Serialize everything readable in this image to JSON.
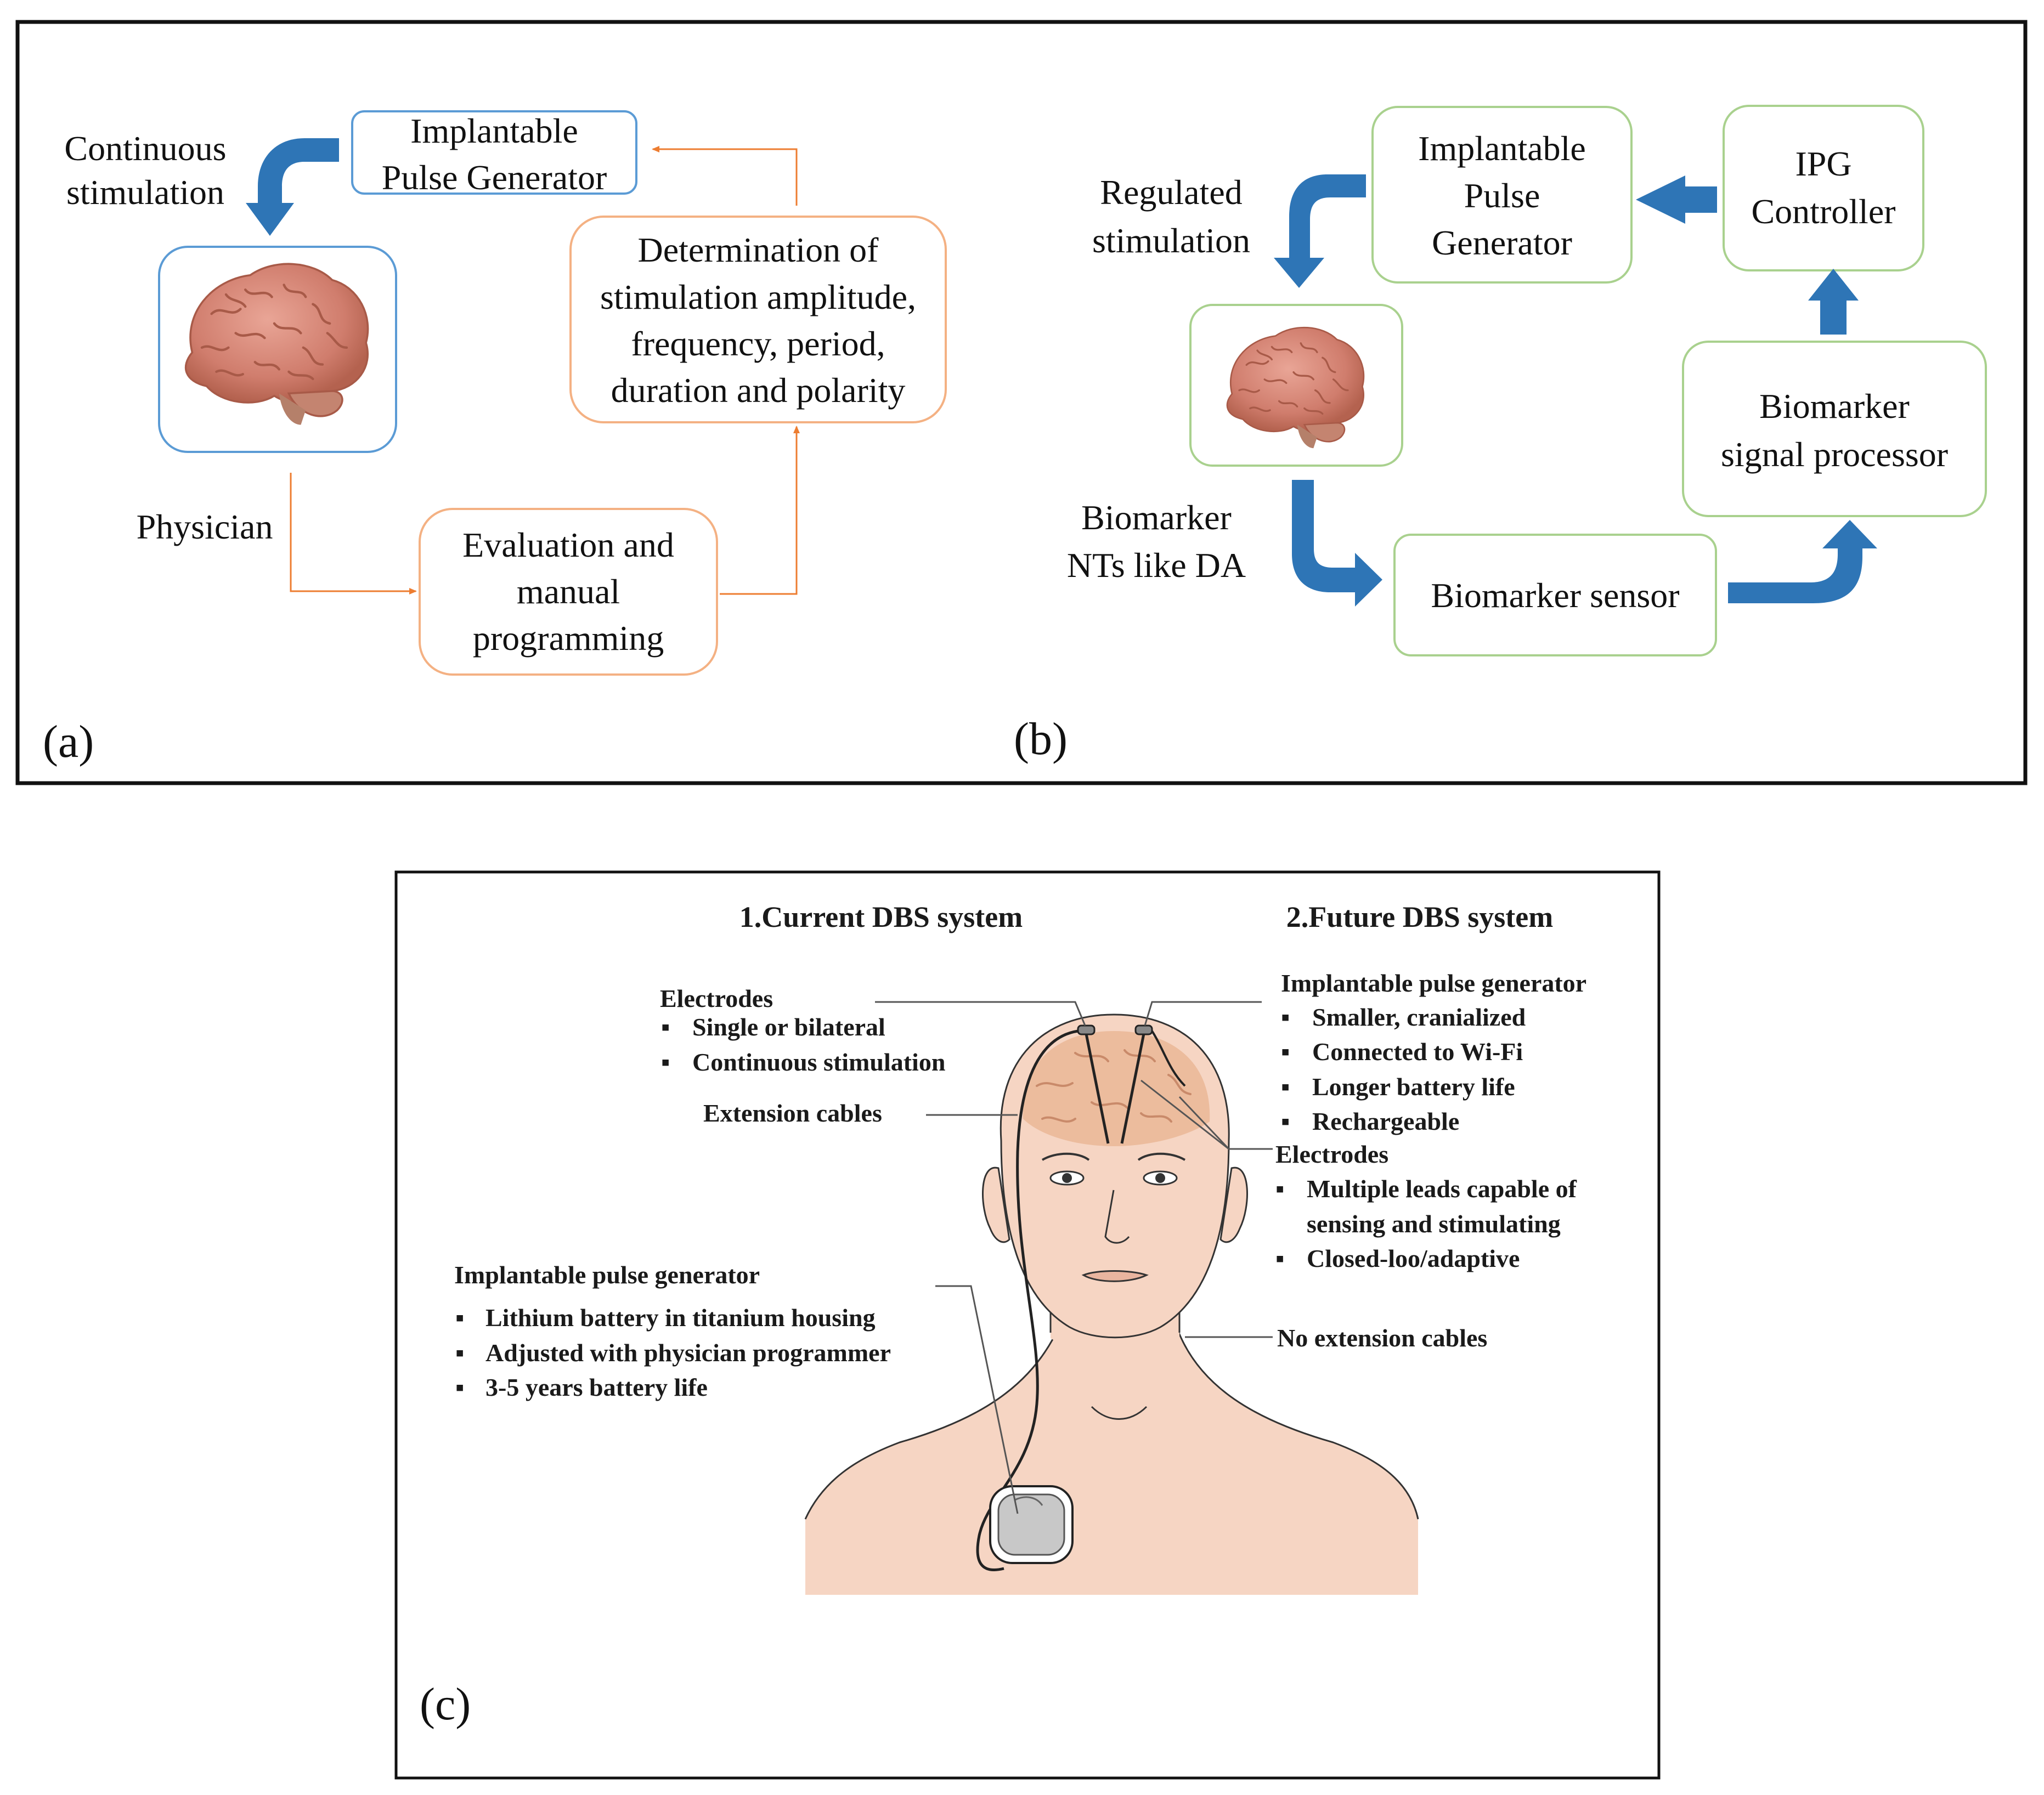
{
  "colors": {
    "blue_arrow": "#2e75b6",
    "blue_box": "#5b9bd5",
    "orange": "#f4b183",
    "orange_line": "#ed7d31",
    "green": "#a9d18e",
    "skin": "#f6d5c3",
    "brain": "#d98a7a"
  },
  "panel_a": {
    "letter": "(a)",
    "ipg": [
      "Implantable",
      "Pulse Generator"
    ],
    "continuous": [
      "Continuous",
      "stimulation"
    ],
    "determination": [
      "Determination of",
      "stimulation amplitude,",
      "frequency, period,",
      "duration and polarity"
    ],
    "physician": "Physician",
    "evaluation": [
      "Evaluation and",
      "manual",
      "programming"
    ],
    "brain_icon": "brain-icon"
  },
  "panel_b": {
    "letter": "(b)",
    "regulated": [
      "Regulated",
      "stimulation"
    ],
    "ipg": [
      "Implantable",
      "Pulse",
      "Generator"
    ],
    "controller": [
      "IPG",
      "Controller"
    ],
    "processor": [
      "Biomarker",
      "signal processor"
    ],
    "nts": [
      "Biomarker",
      "NTs like DA"
    ],
    "sensor": "Biomarker sensor",
    "brain_icon": "brain-icon"
  },
  "panel_c": {
    "letter": "(c)",
    "current_title": "1.Current DBS system",
    "future_title": "2.Future DBS system",
    "electrodes_left": {
      "title": "Electrodes",
      "items": [
        "Single or bilateral",
        "Continuous stimulation"
      ]
    },
    "extension_cables": "Extension cables",
    "ipg_left": {
      "title": "Implantable pulse generator",
      "items": [
        "Lithium battery in titanium housing",
        "Adjusted with physician programmer",
        "3-5 years battery life"
      ]
    },
    "ipg_right": {
      "title": "Implantable pulse generator",
      "items": [
        "Smaller, cranialized",
        "Connected to Wi-Fi",
        "Longer battery life",
        "Rechargeable"
      ]
    },
    "electrodes_right": {
      "title": "Electrodes",
      "items": [
        "Multiple leads capable of",
        "sensing and stimulating",
        "Closed-loo/adaptive"
      ]
    },
    "no_cables": "No extension cables",
    "bullet": "▪"
  }
}
